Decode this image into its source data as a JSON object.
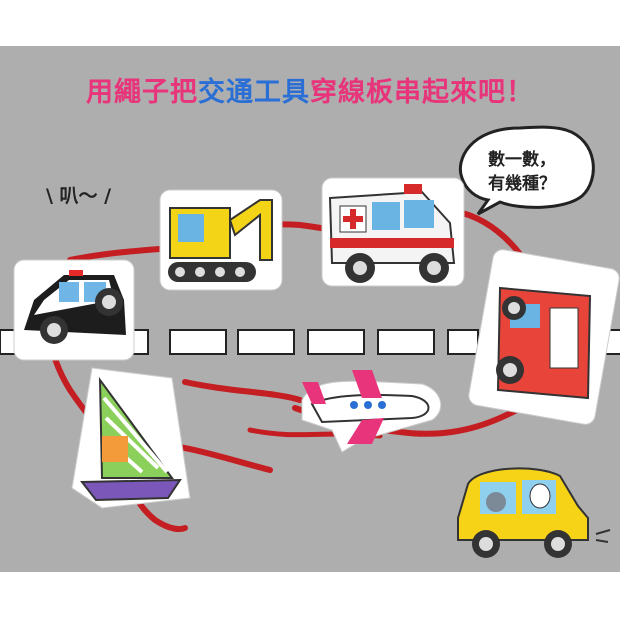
{
  "title": {
    "parts": [
      {
        "text": "用繩子把",
        "color": "#e8347a"
      },
      {
        "text": "交通工具",
        "color": "#2a6fd6"
      },
      {
        "text": "穿線板",
        "color": "#e8347a"
      },
      {
        "text": "串起來吧！",
        "color": "#e8347a"
      }
    ]
  },
  "bubble": {
    "line1": "數一數，",
    "line2": "有幾種？"
  },
  "honk": "\\ 叭～ /",
  "colors": {
    "board": "#aeaeae",
    "rope": "#c41e22",
    "road_line": "#ffffff"
  },
  "icons": [
    "police-car-icon",
    "excavator-icon",
    "ambulance-icon",
    "fire-truck-icon",
    "sailboat-icon",
    "airplane-icon",
    "yellow-car-icon"
  ]
}
